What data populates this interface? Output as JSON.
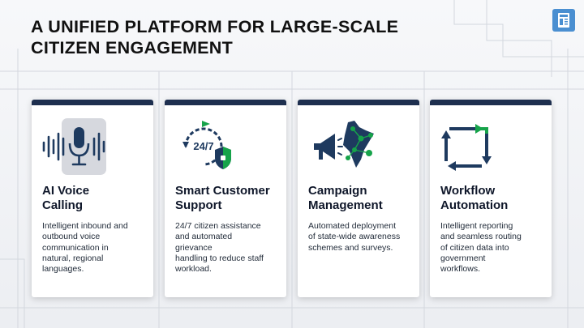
{
  "header": {
    "title_line1": "A UNIFIED PLATFORM FOR LARGE-SCALE",
    "title_line2": "CITIZEN ENGAGEMENT"
  },
  "logo": {
    "icon": "newspaper-logo-icon",
    "color": "#4a8fd1"
  },
  "colors": {
    "accent_bar": "#1e2f4f",
    "icon_navy": "#1e3a5f",
    "icon_green": "#16a34a"
  },
  "cards": [
    {
      "title_line1": "AI Voice",
      "title_line2": "Calling",
      "description": "Intelligent inbound and\noutbound voice\ncommunication in\nnatural, regional\nlanguages.",
      "icon": "microphone-soundwave-icon"
    },
    {
      "title_line1": "Smart Customer",
      "title_line2": "Support",
      "description": "24/7 citizen assistance\nand automated\ngrievance\nhandling to reduce staff\nworkload.",
      "icon": "clock-24-7-shield-icon",
      "icon_text": "24/7"
    },
    {
      "title_line1": "Campaign",
      "title_line2": "Management",
      "description": "Automated deployment\nof state-wide awareness\nschemes and surveys.",
      "icon": "megaphone-india-map-icon"
    },
    {
      "title_line1": "Workflow",
      "title_line2": "Automation",
      "description": "Intelligent reporting\nand seamless routing\nof citizen data into\ngovernment\nworkflows.",
      "icon": "circular-arrows-workflow-icon"
    }
  ]
}
